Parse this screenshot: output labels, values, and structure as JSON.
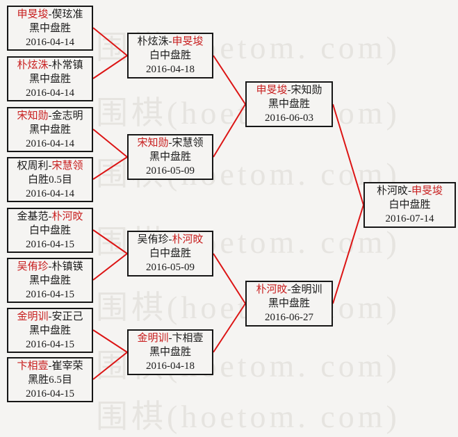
{
  "separator": "-",
  "watermark": {
    "text": "围棋(hoetom. com)",
    "color": "#e6e4e0"
  },
  "colors": {
    "background": "#f5f4f2",
    "box_border": "#161616",
    "connector_red": "#dc1414",
    "winner_red": "#c81e1e",
    "text_black": "#1a1a1a"
  },
  "bracket": {
    "rounds": [
      {
        "name": "round-1",
        "matches": [
          {
            "p1": "申旻埈",
            "p2": "偰玹准",
            "p1_win": true,
            "p2_win": false,
            "result": "黑中盘胜",
            "date": "2016-04-14"
          },
          {
            "p1": "朴炫洙",
            "p2": "朴常镇",
            "p1_win": true,
            "p2_win": false,
            "result": "黑中盘胜",
            "date": "2016-04-14"
          },
          {
            "p1": "宋知勋",
            "p2": "金志明",
            "p1_win": true,
            "p2_win": false,
            "result": "黑中盘胜",
            "date": "2016-04-14"
          },
          {
            "p1": "权周利",
            "p2": "宋慧领",
            "p1_win": false,
            "p2_win": true,
            "result": "白胜0.5目",
            "date": "2016-04-14"
          },
          {
            "p1": "金基范",
            "p2": "朴河旼",
            "p1_win": false,
            "p2_win": true,
            "result": "白中盘胜",
            "date": "2016-04-15"
          },
          {
            "p1": "吴侑珍",
            "p2": "朴镇锳",
            "p1_win": true,
            "p2_win": false,
            "result": "黑中盘胜",
            "date": "2016-04-15"
          },
          {
            "p1": "金明训",
            "p2": "安正己",
            "p1_win": true,
            "p2_win": false,
            "result": "黑中盘胜",
            "date": "2016-04-15"
          },
          {
            "p1": "卞相壹",
            "p2": "崔宰荣",
            "p1_win": true,
            "p2_win": false,
            "result": "黑胜6.5目",
            "date": "2016-04-15"
          }
        ]
      },
      {
        "name": "round-2",
        "matches": [
          {
            "p1": "朴炫洙",
            "p2": "申旻埈",
            "p1_win": false,
            "p2_win": true,
            "result": "白中盘胜",
            "date": "2016-04-18"
          },
          {
            "p1": "宋知勋",
            "p2": "宋慧领",
            "p1_win": true,
            "p2_win": false,
            "result": "黑中盘胜",
            "date": "2016-05-09"
          },
          {
            "p1": "吴侑珍",
            "p2": "朴河旼",
            "p1_win": false,
            "p2_win": true,
            "result": "白中盘胜",
            "date": "2016-05-09"
          },
          {
            "p1": "金明训",
            "p2": "卞相壹",
            "p1_win": true,
            "p2_win": false,
            "result": "黑中盘胜",
            "date": "2016-04-18"
          }
        ]
      },
      {
        "name": "semifinals",
        "matches": [
          {
            "p1": "申旻埈",
            "p2": "宋知勋",
            "p1_win": true,
            "p2_win": false,
            "result": "黑中盘胜",
            "date": "2016-06-03"
          },
          {
            "p1": "朴河旼",
            "p2": "金明训",
            "p1_win": true,
            "p2_win": false,
            "result": "黑中盘胜",
            "date": "2016-06-27"
          }
        ]
      },
      {
        "name": "final",
        "matches": [
          {
            "p1": "朴河旼",
            "p2": "申旻埈",
            "p1_win": false,
            "p2_win": true,
            "result": "白中盘胜",
            "date": "2016-07-14"
          }
        ]
      }
    ]
  }
}
